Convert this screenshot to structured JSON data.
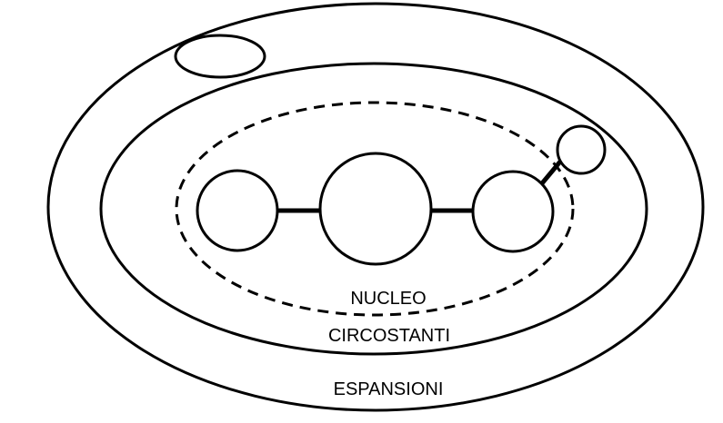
{
  "labels": {
    "core": "NUCLEO",
    "surroundings": "CIRCOSTANTI",
    "expansions": "ESPANSIONI"
  },
  "colors": {
    "stroke": "#000000",
    "background": "#ffffff"
  }
}
